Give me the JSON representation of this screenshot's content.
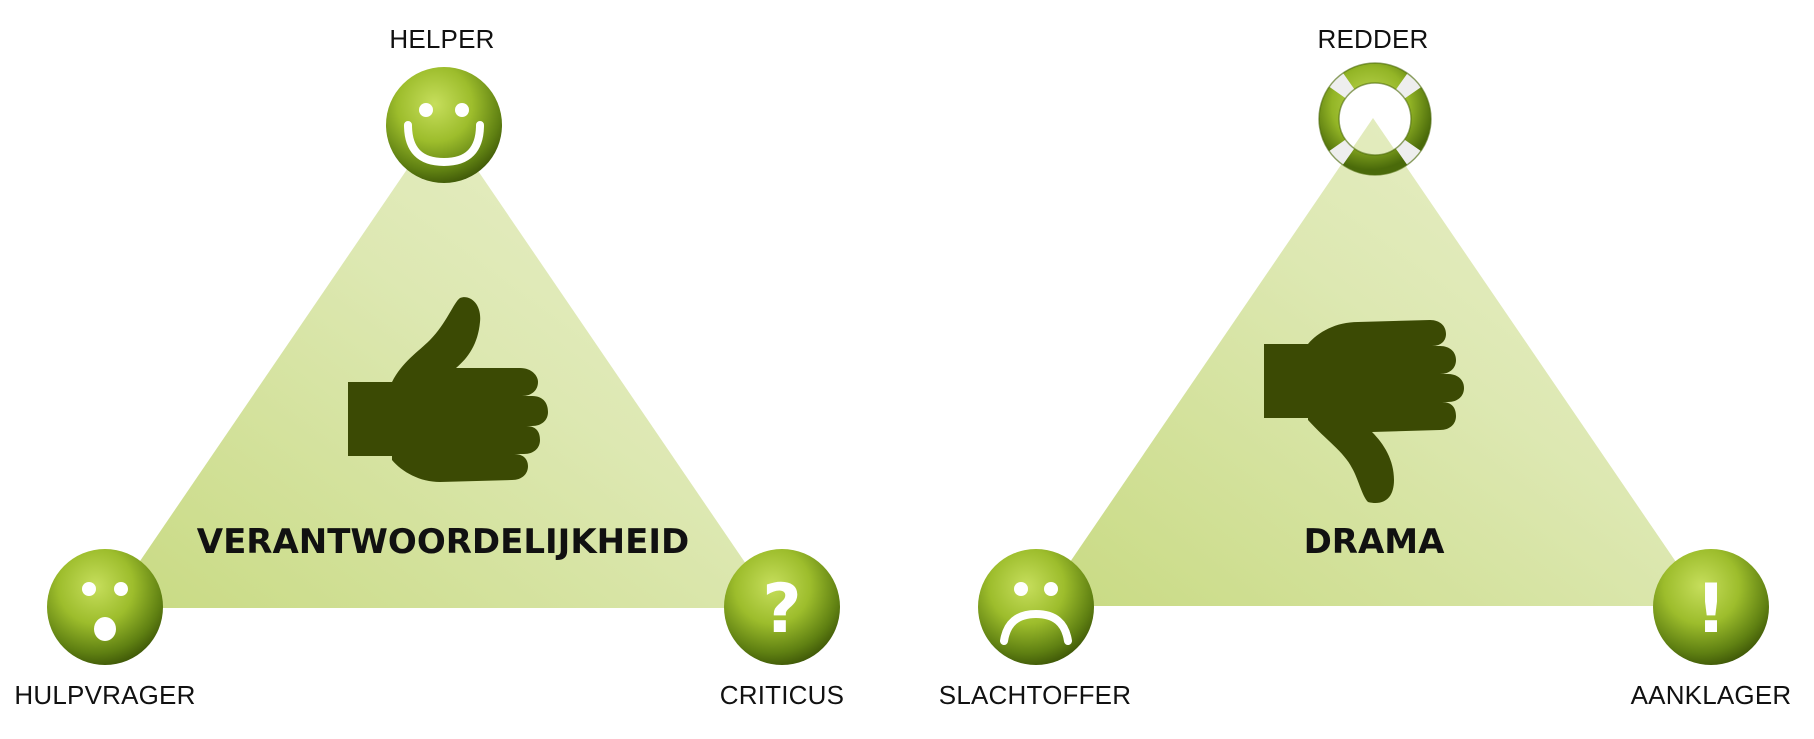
{
  "diagrams": [
    {
      "title": "VERANTWOORDELIJKHEID",
      "top": "HELPER",
      "left": "HULPVRAGER",
      "right": "CRITICUS",
      "top_icon": "smiley-icon",
      "left_icon": "surprised-face-icon",
      "right_icon": "question-mark-icon",
      "center_icon": "thumbs-up-icon"
    },
    {
      "title": "DRAMA",
      "top": "REDDER",
      "left": "SLACHTOFFER",
      "right": "AANKLAGER",
      "top_icon": "lifebuoy-icon",
      "left_icon": "sad-face-icon",
      "right_icon": "exclamation-mark-icon",
      "center_icon": "thumbs-down-icon"
    }
  ],
  "colors": {
    "triangle_light": "#e4ecc0",
    "triangle_mid": "#c9dc86",
    "ball_light": "#b7d24a",
    "ball_dark": "#3d5a08",
    "hand": "#3b4a04",
    "glyph": "#ffffff"
  }
}
